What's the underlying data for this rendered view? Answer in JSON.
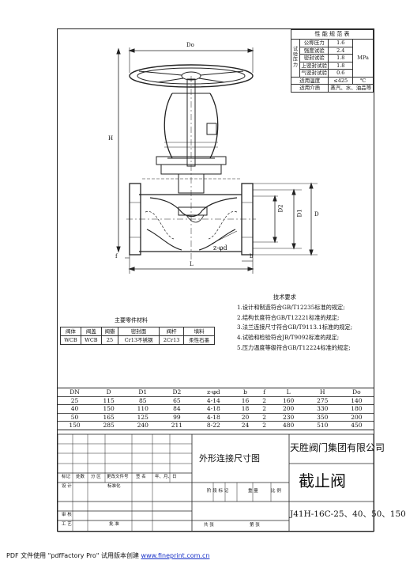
{
  "perf_table": {
    "title": "性 能 规 范 表",
    "group_label": "试验压力",
    "rows": [
      {
        "label": "公称压力",
        "value": "1.6"
      },
      {
        "label": "强度试验",
        "value": "2.4"
      },
      {
        "label": "密封试验",
        "value": "1.8"
      },
      {
        "label": "上密封试验",
        "value": "1.8"
      },
      {
        "label": "气密封试验",
        "value": "0.6"
      }
    ],
    "unit": "MPa",
    "temp_label": "适用温度",
    "temp_value": "≤425",
    "temp_unit": "℃",
    "media_label": "适用介质",
    "media_value": "蒸汽、水、油品等"
  },
  "drawing": {
    "Do": "Do",
    "H": "H",
    "D2": "D2",
    "D1": "D1",
    "D": "D",
    "f": "f",
    "L": "L",
    "b": "b",
    "zd": "z-φd"
  },
  "tech": {
    "title": "技术要求",
    "items": [
      "1.设计和制造符合GB/T12235标准的规定;",
      "2.结构长度符合GB/T12221标准的规定;",
      "3.法兰连接尺寸符合GB/T9113.1标准的规定;",
      "4.试验和检验符合JB/T9092标准的规定;",
      "5.压力温度等级符合GB/T12224标准的规定;"
    ]
  },
  "materials": {
    "title": "主要零件材料",
    "headers": [
      "阀体",
      "阀盖",
      "阀瓣",
      "密封面",
      "阀杆",
      "填料"
    ],
    "values": [
      "WCB",
      "WCB",
      "25",
      "Cr13不锈钢",
      "2Cr13",
      "柔性石墨"
    ]
  },
  "dims": {
    "headers": [
      "DN",
      "D",
      "D1",
      "D2",
      "z-φd",
      "b",
      "f",
      "L",
      "H",
      "Do"
    ],
    "rows": [
      [
        "25",
        "115",
        "85",
        "65",
        "4-14",
        "16",
        "2",
        "160",
        "275",
        "140"
      ],
      [
        "40",
        "150",
        "110",
        "84",
        "4-18",
        "18",
        "2",
        "200",
        "330",
        "180"
      ],
      [
        "50",
        "165",
        "125",
        "99",
        "4-18",
        "20",
        "2",
        "230",
        "350",
        "200"
      ],
      [
        "150",
        "285",
        "240",
        "211",
        "8-22",
        "24",
        "2",
        "480",
        "510",
        "450"
      ]
    ]
  },
  "title_block": {
    "drawing_title": "外形连接尺寸图",
    "company": "天胜阀门集团有限公司",
    "product": "截止阀",
    "model": "J41H-16C-25、40、50、150",
    "rev_labels": [
      "标记",
      "处数",
      "分 区",
      "更改文件号",
      "签 名",
      "年、月、日"
    ],
    "design": "设 计",
    "standardize": "标准化",
    "review": "审 核",
    "process": "工 艺",
    "approve": "批 准",
    "stage": "阶 段 标 记",
    "weight": "重 量",
    "scale": "比 例",
    "sheets": "共   张",
    "sheet_no": "第   张"
  },
  "footer": {
    "prefix": "PDF 文件使用 \"pdfFactory Pro\" 试用版本创建 ",
    "url": "www.fineprint.com.cn"
  }
}
